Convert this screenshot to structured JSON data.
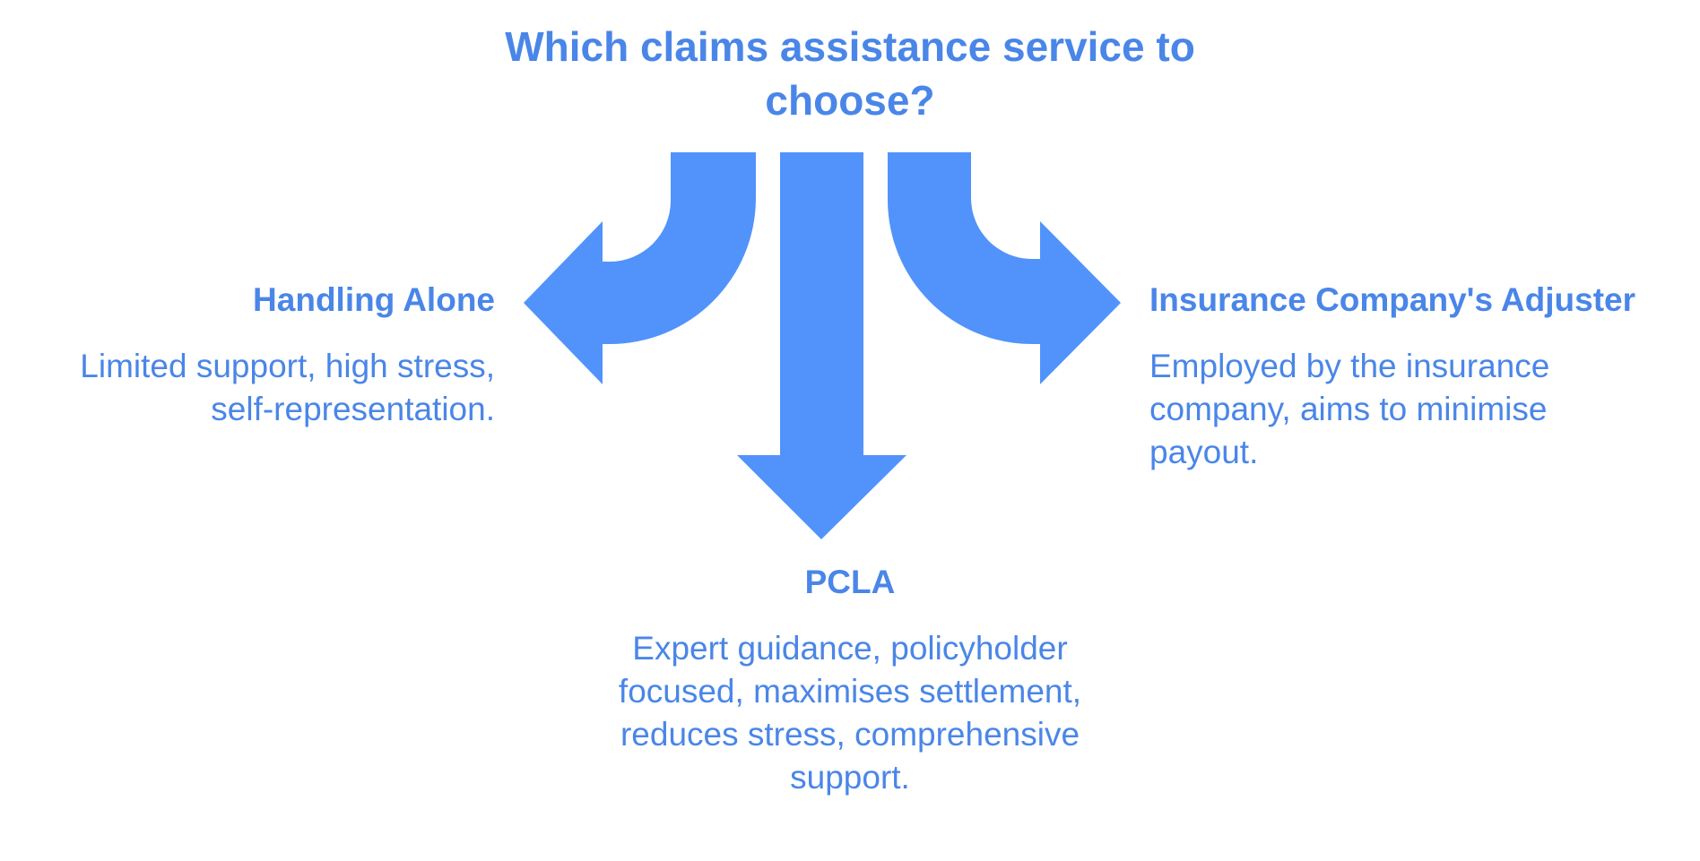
{
  "title": "Which claims assistance service to choose?",
  "colors": {
    "arrow": "#5193fb",
    "text": "#4a86e8"
  },
  "options": {
    "left": {
      "title": "Handling Alone",
      "description": "Limited support, high stress, self-representation."
    },
    "center": {
      "title": "PCLA",
      "description": "Expert guidance, policyholder focused, maximises settlement, reduces stress, comprehensive support."
    },
    "right": {
      "title": "Insurance Company's Adjuster",
      "description": "Employed by the insurance company, aims to minimise payout."
    }
  }
}
